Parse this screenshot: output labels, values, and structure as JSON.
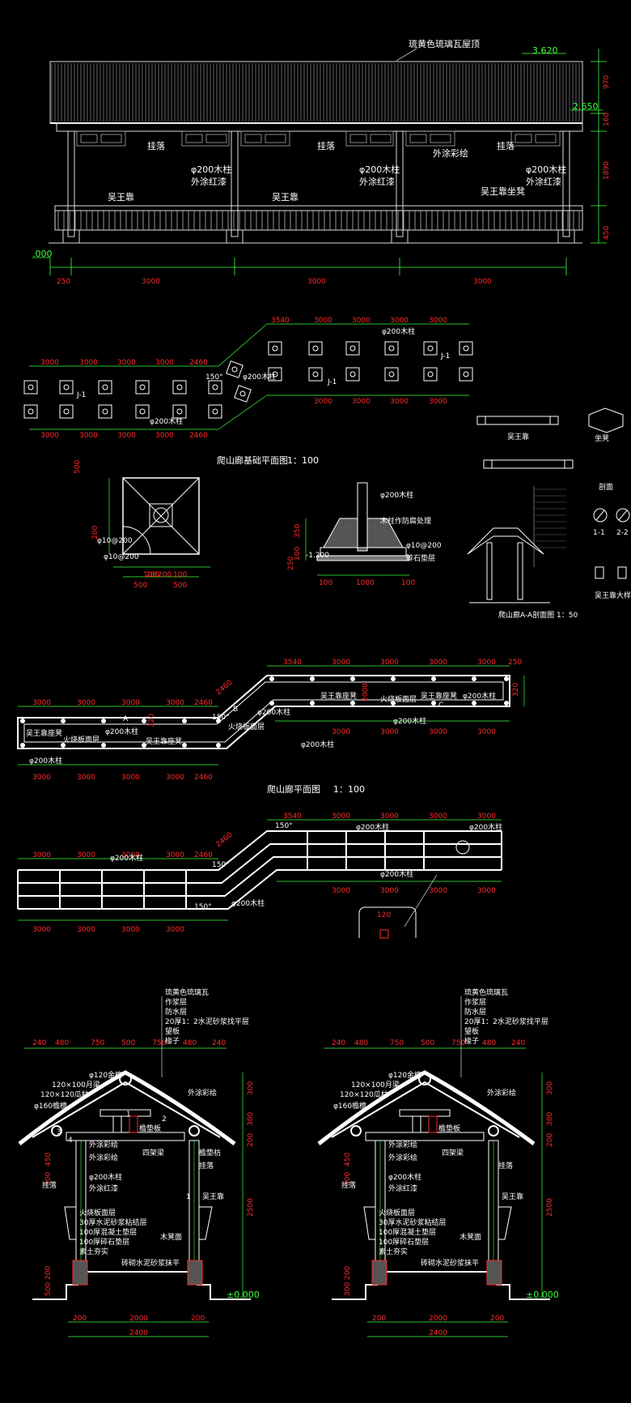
{
  "elevation": {
    "roof_note": "琉黄色琉璃瓦屋顶",
    "elev_top": "3.620",
    "elev_mid": "2.650",
    "elev_zero": ".000",
    "right_dims": [
      "970",
      "160",
      "1890",
      "450"
    ],
    "bottom_dims": [
      "250",
      "3000",
      "3000",
      "3000"
    ],
    "labels": {
      "gualuo1": "挂落",
      "gualuo2": "挂落",
      "gualuo3": "挂落",
      "col1": "φ200木柱",
      "paint1": "外涂红漆",
      "col2": "φ200木柱",
      "paint2": "外涂红漆",
      "col3": "φ200木柱",
      "paint3": "外涂红漆",
      "caihui": "外涂彩绘",
      "seat1": "吴王靠",
      "seat2": "吴王靠",
      "seat3": "吴王靠坐凳"
    }
  },
  "foundation_plan": {
    "title": "爬山廊基础平面图",
    "scale": "1：100",
    "top_dims_left": [
      "3000",
      "3000",
      "3000",
      "3000",
      "2460"
    ],
    "top_dims_right": [
      "3540",
      "3000",
      "3000",
      "3000",
      "3000"
    ],
    "bottom_dims_left": [
      "3000",
      "3000",
      "3000",
      "3000",
      "2460"
    ],
    "bottom_dims_right": [
      "3000",
      "3000",
      "3000",
      "3000"
    ],
    "labels": [
      "J-1",
      "J-1",
      "J-1",
      "φ200木柱",
      "φ200木柱",
      "φ200木柱",
      "150°"
    ]
  },
  "footing_detail": {
    "dims": [
      "500",
      "200",
      "200",
      "100",
      "200",
      "100",
      "500",
      "500"
    ],
    "rebar": "φ10@200",
    "rebar2": "φ10@200"
  },
  "footing_section": {
    "col": "φ200木柱",
    "note1": "木柱作防腐处理",
    "note2": "φ10@200",
    "note3": "碎石垫层",
    "elev": "-1.200",
    "dims": [
      "350",
      "100",
      "250",
      "100",
      "1000",
      "100"
    ]
  },
  "side_details": {
    "t1": "吴王靠",
    "t2": "坐凳",
    "t3": "剖面",
    "t4": "吴王靠大样",
    "t5": "1-1",
    "t6": "2-2",
    "mini_title": "爬山廊A-A剖面图 1：50"
  },
  "corridor_plan": {
    "title": "爬山廊平面图",
    "scale": "1：100",
    "top_dims": [
      "3000",
      "3000",
      "3000",
      "3000",
      "2460",
      "2460",
      "3540",
      "3000",
      "3000",
      "3000",
      "3000",
      "250"
    ],
    "bottom_dims": [
      "3000",
      "3000",
      "3000",
      "3000",
      "2460",
      "3000",
      "3000",
      "3000",
      "3000"
    ],
    "side_dims": [
      "320",
      "2000",
      "320"
    ],
    "labels": {
      "seat_l": "吴王靠座凳",
      "floor_l": "火烧板面层",
      "col_l": "φ200木柱",
      "seat_m": "吴王靠座凳",
      "col_m": "φ200木柱",
      "floor_m": "火烧板面层",
      "seat_r1": "吴王靠座凳",
      "floor_r": "火烧板面层",
      "seat_r2": "吴王靠座凳",
      "col_r1": "φ200木柱",
      "col_r2": "φ200木柱",
      "col_b": "φ200木柱",
      "col_c": "φ200木柱",
      "a": "A",
      "b": "B",
      "c": "C",
      "angle": "150°"
    }
  },
  "roof_plan": {
    "top_dims": [
      "3000",
      "3000",
      "3000",
      "3000",
      "2460",
      "2460",
      "3540",
      "3000",
      "3000",
      "3000",
      "3000"
    ],
    "bottom_dims": [
      "3000",
      "3000",
      "3000",
      "3000",
      "3000",
      "3000",
      "3000",
      "3000"
    ],
    "labels": [
      "φ200木柱",
      "φ200木柱",
      "φ200木柱",
      "φ200木柱",
      "φ200木柱",
      "150°",
      "150°",
      "150°"
    ],
    "detail_dim": "120"
  },
  "section_left": {
    "top_dims": [
      "240",
      "480",
      "750",
      "500",
      "750",
      "480",
      "240"
    ],
    "bottom_dims": [
      "200",
      "2000",
      "200"
    ],
    "total": "2400",
    "right_dims": [
      "300",
      "380",
      "200",
      "2500"
    ],
    "left_dims": [
      "450",
      "300",
      "200",
      "500"
    ],
    "notes_top": [
      "琉黄色琉璃瓦",
      "作浆层",
      "防水层",
      "20厚1：2水泥砂浆找平层",
      "望板",
      "椽子"
    ],
    "labels": {
      "gold": "φ120金檩",
      "yue": "120×100月梁",
      "gua": "120×120瓜柱",
      "yan": "φ160檐檩",
      "caihui1": "外涂彩绘",
      "caihui2": "外涂彩绘",
      "caihui3": "外涂彩绘",
      "dian": "檐垫板",
      "sijia": "四架梁",
      "yanfang": "檐垫枋",
      "col": "φ200木柱",
      "paint": "外涂红漆",
      "gualuo1": "挂落",
      "gualuo2": "挂落",
      "seat": "吴王靠",
      "f1": "火烧板面层",
      "f2": "30厚水泥砂浆粘结层",
      "f3": "100厚混凝土垫层",
      "f4": "100厚碎石垫层",
      "f5": "素土夯实",
      "deng": "木凳面",
      "base": "砖砌水泥砂浆抹平",
      "elev": "±0.000",
      "n1": "1",
      "n2": "2",
      "n3": "3",
      "n4": "4",
      "n5": "1"
    }
  },
  "section_right": {
    "top_dims": [
      "240",
      "480",
      "750",
      "500",
      "750",
      "480",
      "240"
    ],
    "bottom_dims": [
      "200",
      "2000",
      "200"
    ],
    "total": "2400",
    "right_dims": [
      "300",
      "380",
      "200",
      "2500"
    ],
    "left_dims": [
      "450",
      "300",
      "200",
      "300"
    ],
    "notes_top": [
      "琉黄色琉璃瓦",
      "作浆层",
      "防水层",
      "20厚1：2水泥砂浆找平层",
      "望板",
      "椽子"
    ],
    "labels": {
      "gold": "φ120金檩",
      "yue": "120×100月梁",
      "gua": "120×120瓜柱",
      "yan": "φ160檐檩",
      "caihui1": "外涂彩绘",
      "caihui2": "外涂彩绘",
      "caihui3": "外涂彩绘",
      "dian": "檐垫板",
      "sijia": "四架梁",
      "col": "φ200木柱",
      "paint": "外涂红漆",
      "gualuo1": "挂落",
      "gualuo2": "挂落",
      "seat": "吴王靠",
      "f1": "火烧板面层",
      "f2": "30厚水泥砂浆粘结层",
      "f3": "100厚混凝土垫层",
      "f4": "100厚碎石垫层",
      "f5": "素土夯实",
      "deng": "木凳面",
      "base": "砖砌水泥砂浆抹平",
      "elev": "±0.000"
    }
  }
}
